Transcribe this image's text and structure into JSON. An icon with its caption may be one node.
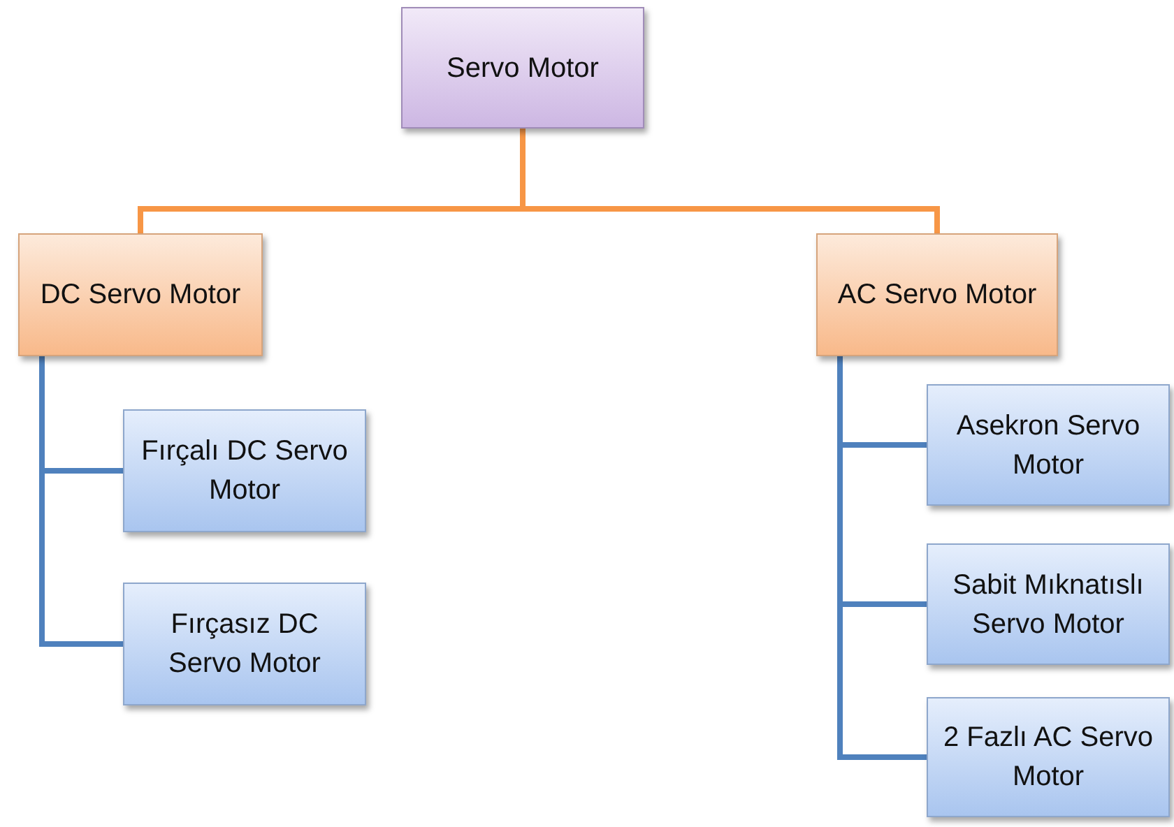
{
  "diagram": {
    "nodes": [
      {
        "text": [
          "Servo Motor"
        ]
      },
      {
        "text": [
          "DC Servo Motor"
        ]
      },
      {
        "text": [
          "AC Servo Motor"
        ]
      },
      {
        "text": [
          "Fırçalı DC Servo Motor"
        ]
      },
      {
        "text": [
          "Fırçasız DC Servo Motor"
        ]
      },
      {
        "text": [
          "Asekron Servo Motor"
        ]
      },
      {
        "text": [
          "Sabit Mıknatıslı Servo Motor"
        ]
      },
      {
        "text": [
          "2 Fazlı AC Servo Motor"
        ]
      }
    ],
    "edges": [
      {
        "from": 0,
        "to": 1,
        "arrow": "none",
        "color": "#f79646"
      },
      {
        "from": 0,
        "to": 2,
        "arrow": "none",
        "color": "#f79646"
      },
      {
        "from": 1,
        "to": 3,
        "arrow": "none"
      },
      {
        "from": 1,
        "to": 4,
        "arrow": "none"
      },
      {
        "from": 2,
        "to": 5,
        "arrow": "none"
      },
      {
        "from": 2,
        "to": 6,
        "arrow": "none"
      },
      {
        "from": 2,
        "to": 7,
        "arrow": "none"
      }
    ]
  }
}
